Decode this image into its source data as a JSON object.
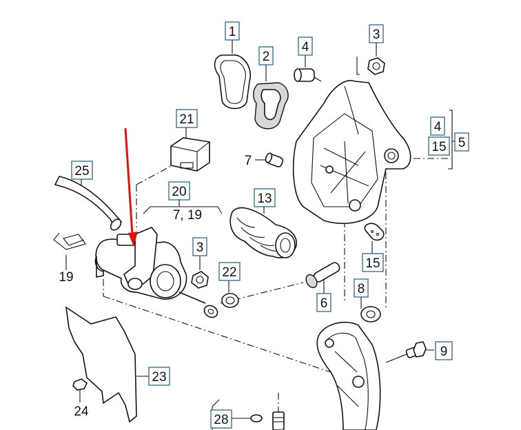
{
  "diagram": {
    "callouts": [
      {
        "id": "c1",
        "text": "1",
        "boxed": true
      },
      {
        "id": "c2",
        "text": "2",
        "boxed": true
      },
      {
        "id": "c3a",
        "text": "3",
        "boxed": true
      },
      {
        "id": "c4a",
        "text": "4",
        "boxed": true
      },
      {
        "id": "c4b",
        "text": "4",
        "boxed": true
      },
      {
        "id": "c15a",
        "text": "15",
        "boxed": true
      },
      {
        "id": "c5",
        "text": "5",
        "boxed": true
      },
      {
        "id": "c21",
        "text": "21",
        "boxed": true
      },
      {
        "id": "c7",
        "text": "7",
        "boxed": false
      },
      {
        "id": "c25",
        "text": "25",
        "boxed": true
      },
      {
        "id": "c20",
        "text": "20",
        "boxed": true
      },
      {
        "id": "c719",
        "text": "7, 19",
        "boxed": false
      },
      {
        "id": "c13",
        "text": "13",
        "boxed": true
      },
      {
        "id": "c3b",
        "text": "3",
        "boxed": true
      },
      {
        "id": "c22",
        "text": "22",
        "boxed": true
      },
      {
        "id": "c15b",
        "text": "15",
        "boxed": true
      },
      {
        "id": "c19",
        "text": "19",
        "boxed": false
      },
      {
        "id": "c6",
        "text": "6",
        "boxed": true
      },
      {
        "id": "c8",
        "text": "8",
        "boxed": true
      },
      {
        "id": "c9",
        "text": "9",
        "boxed": true
      },
      {
        "id": "c23",
        "text": "23",
        "boxed": true
      },
      {
        "id": "c24",
        "text": "24",
        "boxed": false
      },
      {
        "id": "c28",
        "text": "28",
        "boxed": true
      }
    ],
    "colors": {
      "line": "#111111",
      "callout_border": "#1f5a7a",
      "arrow": "#e01010",
      "fill_grey": "#d8d8d8"
    }
  }
}
